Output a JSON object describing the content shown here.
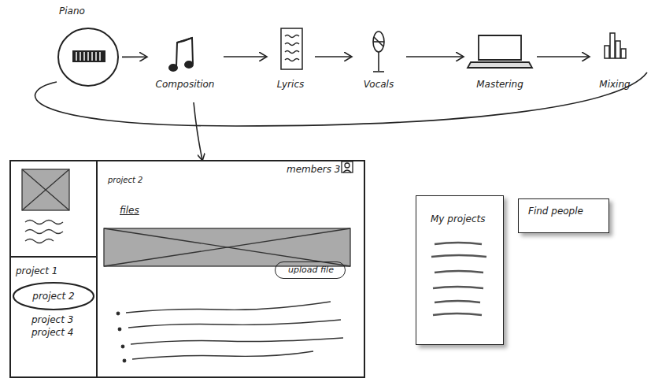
{
  "diagram": {
    "nodes": [
      {
        "text": [
          "Piano"
        ]
      },
      {
        "text": [
          "Composition"
        ]
      },
      {
        "text": [
          "Lyrics"
        ]
      },
      {
        "text": [
          "Vocals"
        ]
      },
      {
        "text": [
          "Mastering"
        ]
      },
      {
        "text": [
          "Mixing"
        ]
      },
      {
        "text": [
          "project 2",
          "files",
          "members 3"
        ]
      },
      {
        "text": [
          "project 1",
          "project 3",
          "project 4"
        ],
        "in": 6
      },
      {
        "text": [
          "project 2"
        ],
        "in": 7
      },
      {
        "text": [
          "upload file"
        ],
        "in": 6
      },
      {
        "text": [
          "My projects"
        ]
      },
      {
        "text": [
          "Find people"
        ]
      }
    ],
    "edges": [
      {
        "from": 0,
        "to": 1,
        "arrow": "to"
      },
      {
        "from": 1,
        "to": 2,
        "arrow": "to"
      },
      {
        "from": 2,
        "to": 3,
        "arrow": "to"
      },
      {
        "from": 3,
        "to": 4,
        "arrow": "to"
      },
      {
        "from": 4,
        "to": 5,
        "arrow": "to"
      }
    ]
  }
}
